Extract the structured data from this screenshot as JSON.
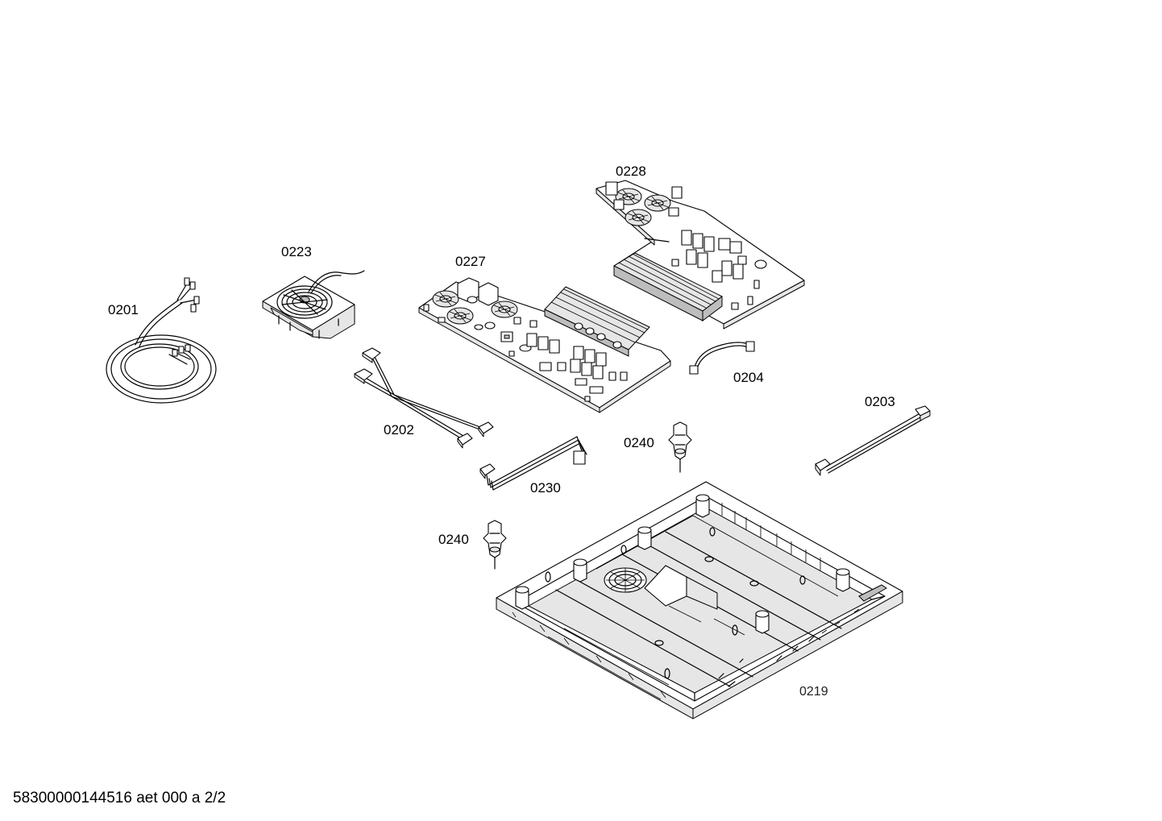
{
  "labels": {
    "p0201": "0201",
    "p0202": "0202",
    "p0203": "0203",
    "p0204": "0204",
    "p0219": "0219",
    "p0223": "0223",
    "p0227": "0227",
    "p0228": "0228",
    "p0230": "0230",
    "p0240a": "0240",
    "p0240b": "0240"
  },
  "footer": "58300000144516 aet 000 a 2/2"
}
